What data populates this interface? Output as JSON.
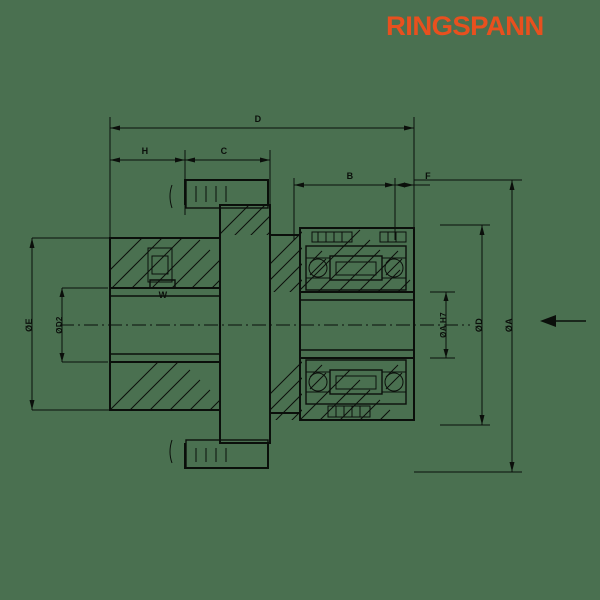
{
  "brand": {
    "name": "RINGSPANN",
    "color": "#e8501e"
  },
  "page": {
    "background_color": "#4a7050",
    "line_color": "#0b0f0b",
    "drawing_type": "engineering-cross-section",
    "subject": "freewheel clutch sectional assembly drawing"
  },
  "dimensions": {
    "top_overall": "D",
    "top_inner_left": "H",
    "top_inner_right": "C",
    "upper_right_long": "B",
    "upper_right_short": "F",
    "center_keyway": "W",
    "left_outer": "ØE",
    "left_inner": "ØD2",
    "right_bore": "ØA H7",
    "right_inner": "ØD",
    "right_outer": "ØA"
  },
  "annotations": {
    "section_arrow": "left-pointing section view arrow"
  }
}
